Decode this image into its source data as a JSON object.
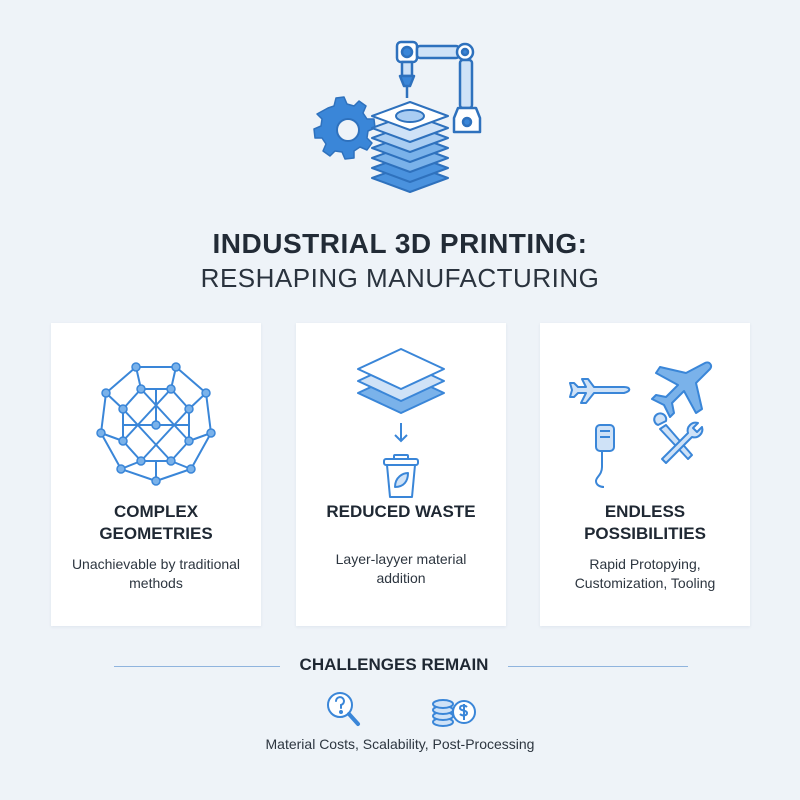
{
  "header": {
    "title_line1": "INDUSTRIAL 3D PRINTING:",
    "title_line2": "RESHAPING MANUFACTURING",
    "hero_icon": "robotic-arm-printing-layers-icon"
  },
  "cards": [
    {
      "icon": "lattice-geometry-icon",
      "title": "COMPLEX GEOMETRIES",
      "description": "Unachievable by traditional methods"
    },
    {
      "icon": "layers-to-bin-icon",
      "title": "REDUCED WASTE",
      "description": "Layer-layyer material addition"
    },
    {
      "icon": "applications-icon",
      "title": "ENDLESS POSSIBILITIES",
      "description": "Rapid Protopying, Customization, Tooling"
    }
  ],
  "challenges": {
    "title": "CHALLENGES REMAIN",
    "icons": [
      "question-magnifier-icon",
      "coin-stack-icon"
    ],
    "text": "Material Costs, Scalability, Post-Processing"
  },
  "colors": {
    "accent": "#3a86d8",
    "accent_light": "#cfe2f7",
    "background": "#eef3f8",
    "card": "#ffffff",
    "text": "#1f2833"
  }
}
